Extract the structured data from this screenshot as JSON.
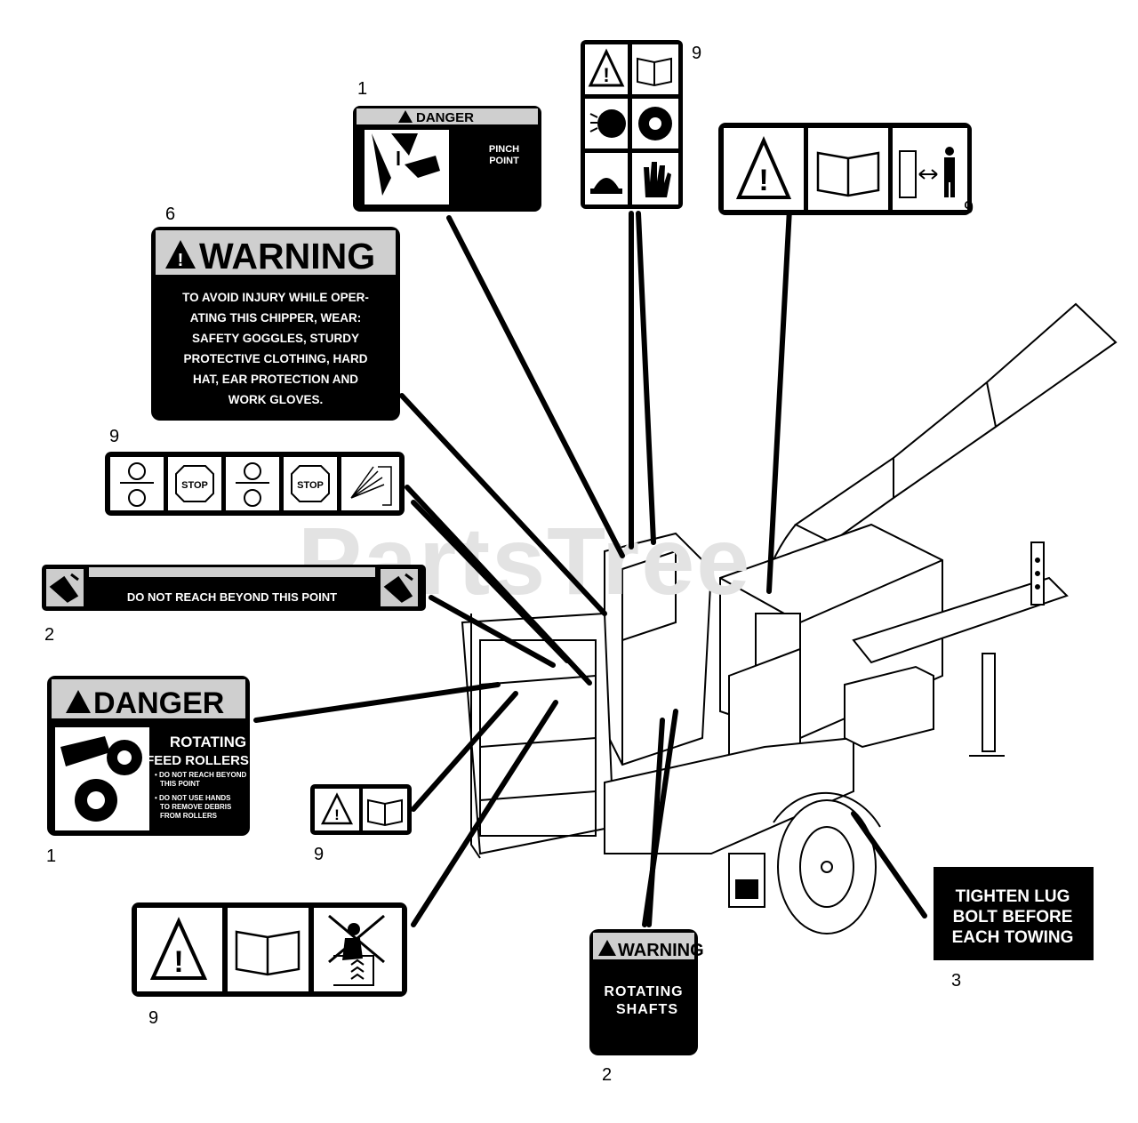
{
  "watermark": "PartsTree",
  "callouts": {
    "n1_top": "1",
    "n9_top": "9",
    "n6": "6",
    "n9_right": "9",
    "n9_stop": "9",
    "n2_left": "2",
    "n1_left": "1",
    "n9_small": "9",
    "n9_bottom": "9",
    "n2_bottom": "2",
    "n3": "3"
  },
  "decals": {
    "pinch": {
      "header": "DANGER",
      "line1": "PINCH",
      "line2": "POINT"
    },
    "warning_big": {
      "header": "WARNING",
      "lines": [
        "TO AVOID INJURY WHILE OPER-",
        "ATING THIS CHIPPER, WEAR:",
        "SAFETY GOGGLES, STURDY",
        "PROTECTIVE CLOTHING, HARD",
        "HAT, EAR PROTECTION AND",
        "WORK GLOVES."
      ]
    },
    "stop_strip": {
      "stop1": "STOP",
      "stop2": "STOP"
    },
    "reach": {
      "text": "DO NOT REACH BEYOND THIS POINT"
    },
    "rollers": {
      "header": "DANGER",
      "title1": "ROTATING",
      "title2": "FEED ROLLERS",
      "bullets": [
        "• DO NOT REACH BEYOND",
        "THIS POINT",
        "• DO NOT USE HANDS",
        "TO REMOVE DEBRIS",
        "FROM ROLLERS"
      ]
    },
    "shafts": {
      "header": "WARNING",
      "line1": "ROTATING",
      "line2": "SHAFTS"
    },
    "lug": {
      "line1": "TIGHTEN LUG",
      "line2": "BOLT BEFORE",
      "line3": "EACH TOWING"
    }
  }
}
